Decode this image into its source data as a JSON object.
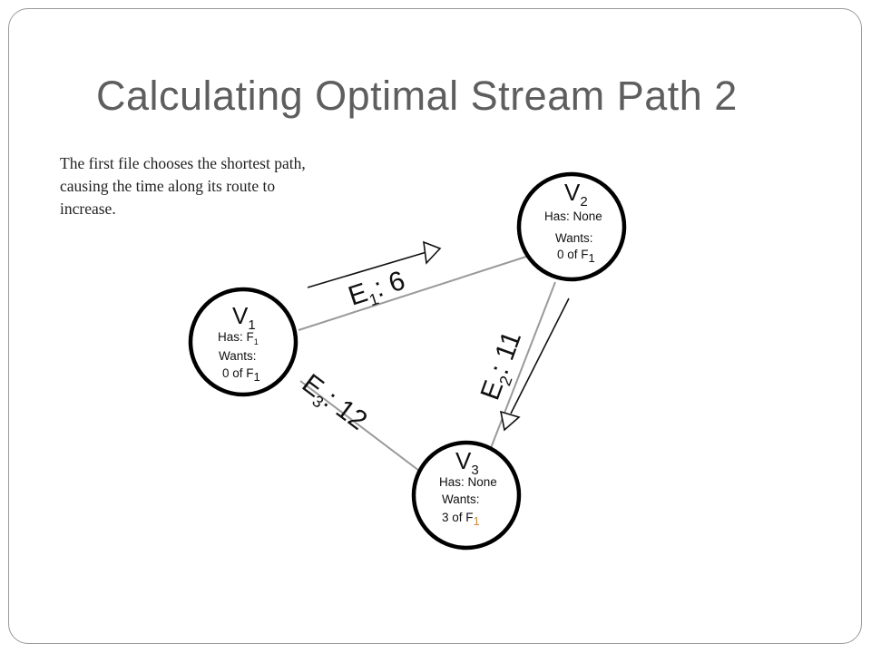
{
  "slide": {
    "title": "Calculating Optimal Stream Path 2",
    "caption": "The first file chooses the shortest path, causing the time along its route to increase."
  },
  "graph": {
    "nodes": [
      {
        "id": "v1",
        "label": "V",
        "label_sub": "1",
        "has": "Has: F",
        "has_sub": "1",
        "wants_label": "Wants:",
        "wants_value": "0 of F",
        "wants_sub": "1"
      },
      {
        "id": "v2",
        "label": "V",
        "label_sub": "2",
        "has": "Has: None",
        "has_sub": "",
        "wants_label": "Wants:",
        "wants_value": "0 of F",
        "wants_sub": "1"
      },
      {
        "id": "v3",
        "label": "V",
        "label_sub": "3",
        "has": "Has: None",
        "has_sub": "",
        "wants_label": "Wants:",
        "wants_value": "3 of F",
        "wants_sub": "1"
      }
    ],
    "edges": [
      {
        "id": "e1",
        "from": "v1",
        "to": "v2",
        "label": "E",
        "label_sub": "1",
        "weight": ": 6"
      },
      {
        "id": "e2",
        "from": "v2",
        "to": "v3",
        "label": "E",
        "label_sub": "2",
        "weight": ": 11"
      },
      {
        "id": "e3",
        "from": "v1",
        "to": "v3",
        "label": "E",
        "label_sub": "3",
        "weight": ": 12"
      }
    ]
  },
  "colors": {
    "text": "#111111",
    "edge": "#9a9a9a",
    "node_stroke": "#000000",
    "highlight_sub": "#d08a3a"
  }
}
